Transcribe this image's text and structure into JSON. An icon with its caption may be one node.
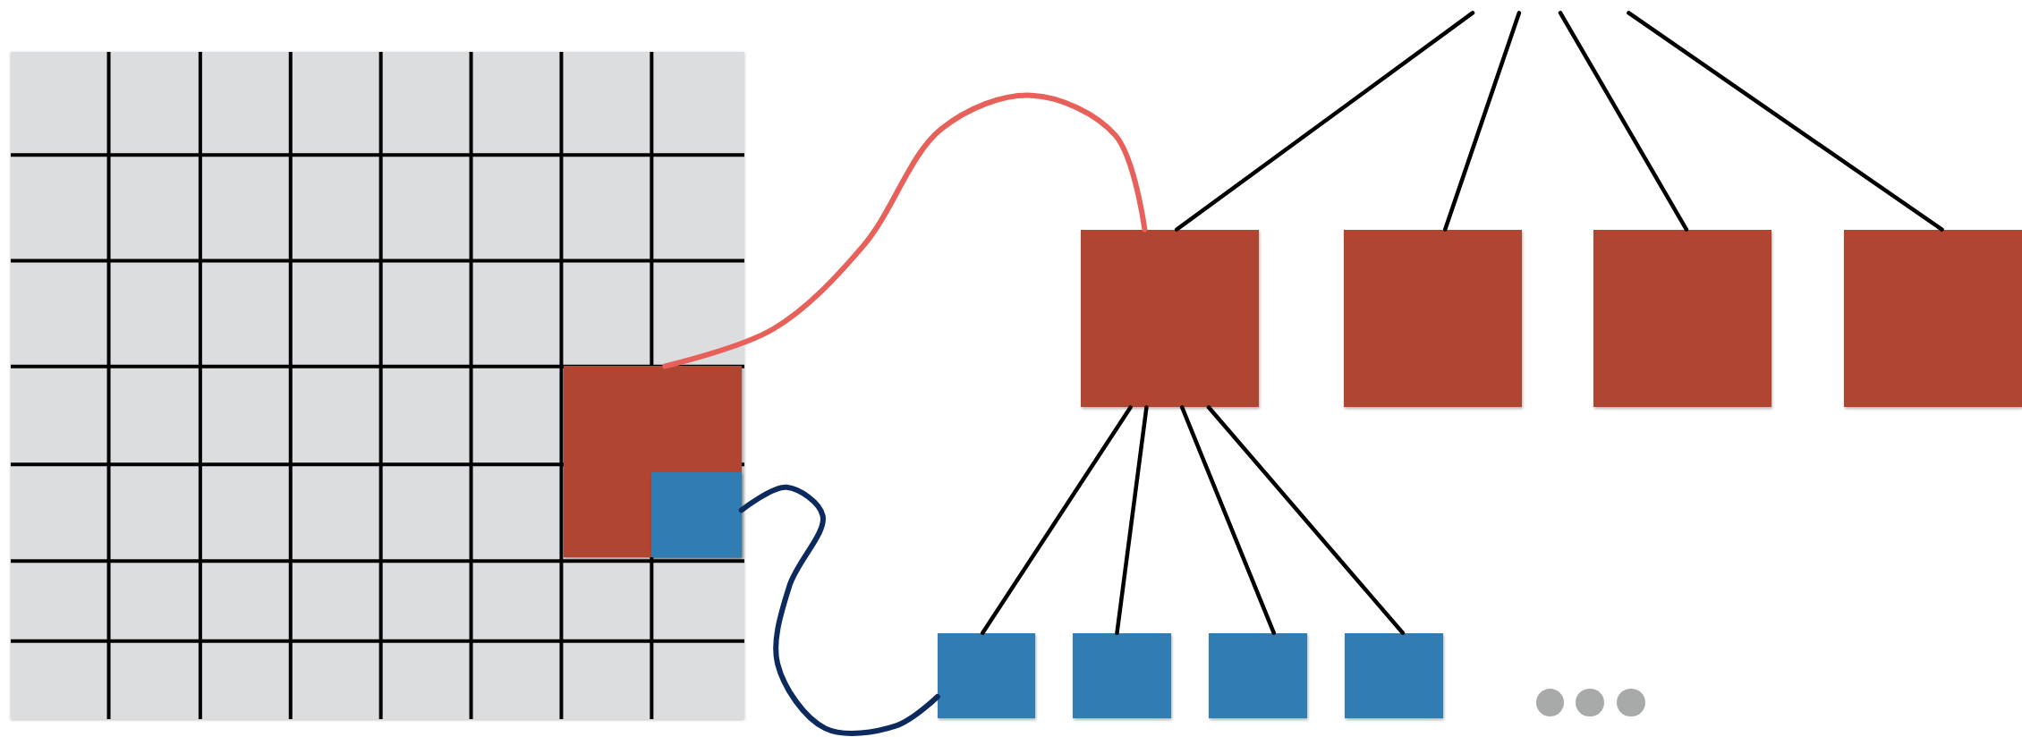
{
  "diagram": {
    "nodes": [
      {
        "text": [],
        "shape": "box"
      },
      {
        "text": [],
        "shape": "box",
        "in": 0
      },
      {
        "text": [],
        "shape": "box",
        "in": 1
      },
      {
        "text": [],
        "shape": "box"
      },
      {
        "text": [],
        "shape": "box"
      },
      {
        "text": [],
        "shape": "box"
      },
      {
        "text": [],
        "shape": "box"
      },
      {
        "text": [],
        "shape": "box"
      },
      {
        "text": [],
        "shape": "box"
      },
      {
        "text": [],
        "shape": "box"
      },
      {
        "text": [],
        "shape": "box"
      },
      {
        "text": [],
        "shape": "circle"
      },
      {
        "text": [],
        "shape": "circle"
      },
      {
        "text": [],
        "shape": "circle"
      }
    ],
    "edges": [
      {
        "from": null,
        "to": 3,
        "arrow": "none"
      },
      {
        "from": null,
        "to": 4,
        "arrow": "none"
      },
      {
        "from": null,
        "to": 5,
        "arrow": "none"
      },
      {
        "from": null,
        "to": 6,
        "arrow": "none"
      },
      {
        "from": 3,
        "to": 7,
        "arrow": "none"
      },
      {
        "from": 3,
        "to": 8,
        "arrow": "none"
      },
      {
        "from": 3,
        "to": 9,
        "arrow": "none"
      },
      {
        "from": 3,
        "to": 10,
        "arrow": "none"
      },
      {
        "from": 1,
        "to": 3,
        "arrow": "none",
        "color": "#e8605a"
      },
      {
        "from": 2,
        "to": 7,
        "arrow": "none",
        "color": "#0d2a5e"
      }
    ]
  }
}
